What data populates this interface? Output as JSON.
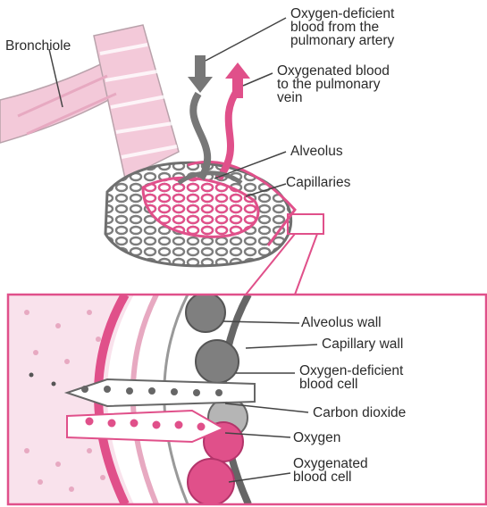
{
  "labels": {
    "bronchiole": "Bronchiole",
    "deficient_artery": [
      "Oxygen-deficient",
      "blood from the",
      "pulmonary artery"
    ],
    "oxygenated_vein": [
      "Oxygenated blood",
      "to the pulmonary",
      "vein"
    ],
    "alveolus": "Alveolus",
    "capillaries": "Capillaries",
    "alveolus_wall": "Alveolus wall",
    "capillary_wall": "Capillary wall",
    "deficient_cell": [
      "Oxygen-deficient",
      "blood cell"
    ],
    "carbon_dioxide": "Carbon dioxide",
    "oxygen": "Oxygen",
    "oxygenated_cell": [
      "Oxygenated",
      "blood cell"
    ]
  },
  "colors": {
    "pink": "#e0508a",
    "light_pink": "#f6d3e2",
    "gray": "#8c8c8c",
    "dark_gray": "#555555",
    "background": "#ffffff"
  }
}
